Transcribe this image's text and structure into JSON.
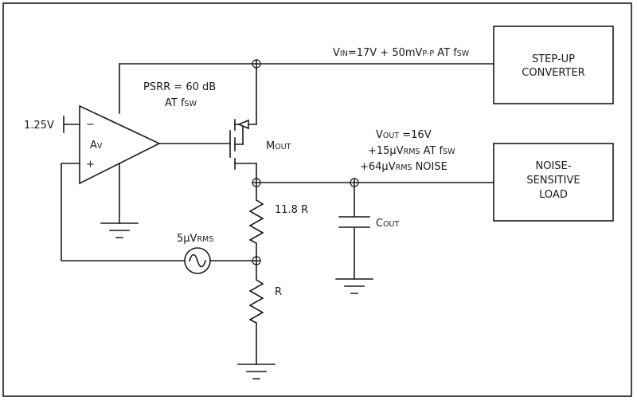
{
  "blocks": {
    "stepup": {
      "line1": "STEP-UP",
      "line2": "CONVERTER"
    },
    "load": {
      "line1": "NOISE-",
      "line2": "SENSITIVE",
      "line3": "LOAD"
    }
  },
  "labels": {
    "vin": {
      "main": "V",
      "sub_in": "IN",
      "eq": "=17V + 50mV",
      "sub_pp": "P-P",
      "tail": " AT f",
      "sub_sw": "SW"
    },
    "psrr": {
      "line1": "PSRR = 60 dB",
      "line2_a": "AT f",
      "line2_sub": "SW"
    },
    "ref": "1.25V",
    "amp": {
      "main": "A",
      "sub": "V",
      "minus": "−",
      "plus": "+"
    },
    "mout": {
      "main": "M",
      "sub": "OUT"
    },
    "vout": {
      "line1_main": "V",
      "line1_sub": "OUT",
      "line1_tail": " =16V",
      "line2_a": "+15µV",
      "line2_sub": "RMS",
      "line2_b": " AT f",
      "line2_sub2": "SW",
      "line3_a": "+64µV",
      "line3_sub": "RMS",
      "line3_b": " NOISE"
    },
    "r_top": "11.8 R",
    "r_bottom": "R",
    "cout": {
      "main": "C",
      "sub": "OUT"
    },
    "noise_src": {
      "main": "5µV",
      "sub": "RMS"
    }
  }
}
